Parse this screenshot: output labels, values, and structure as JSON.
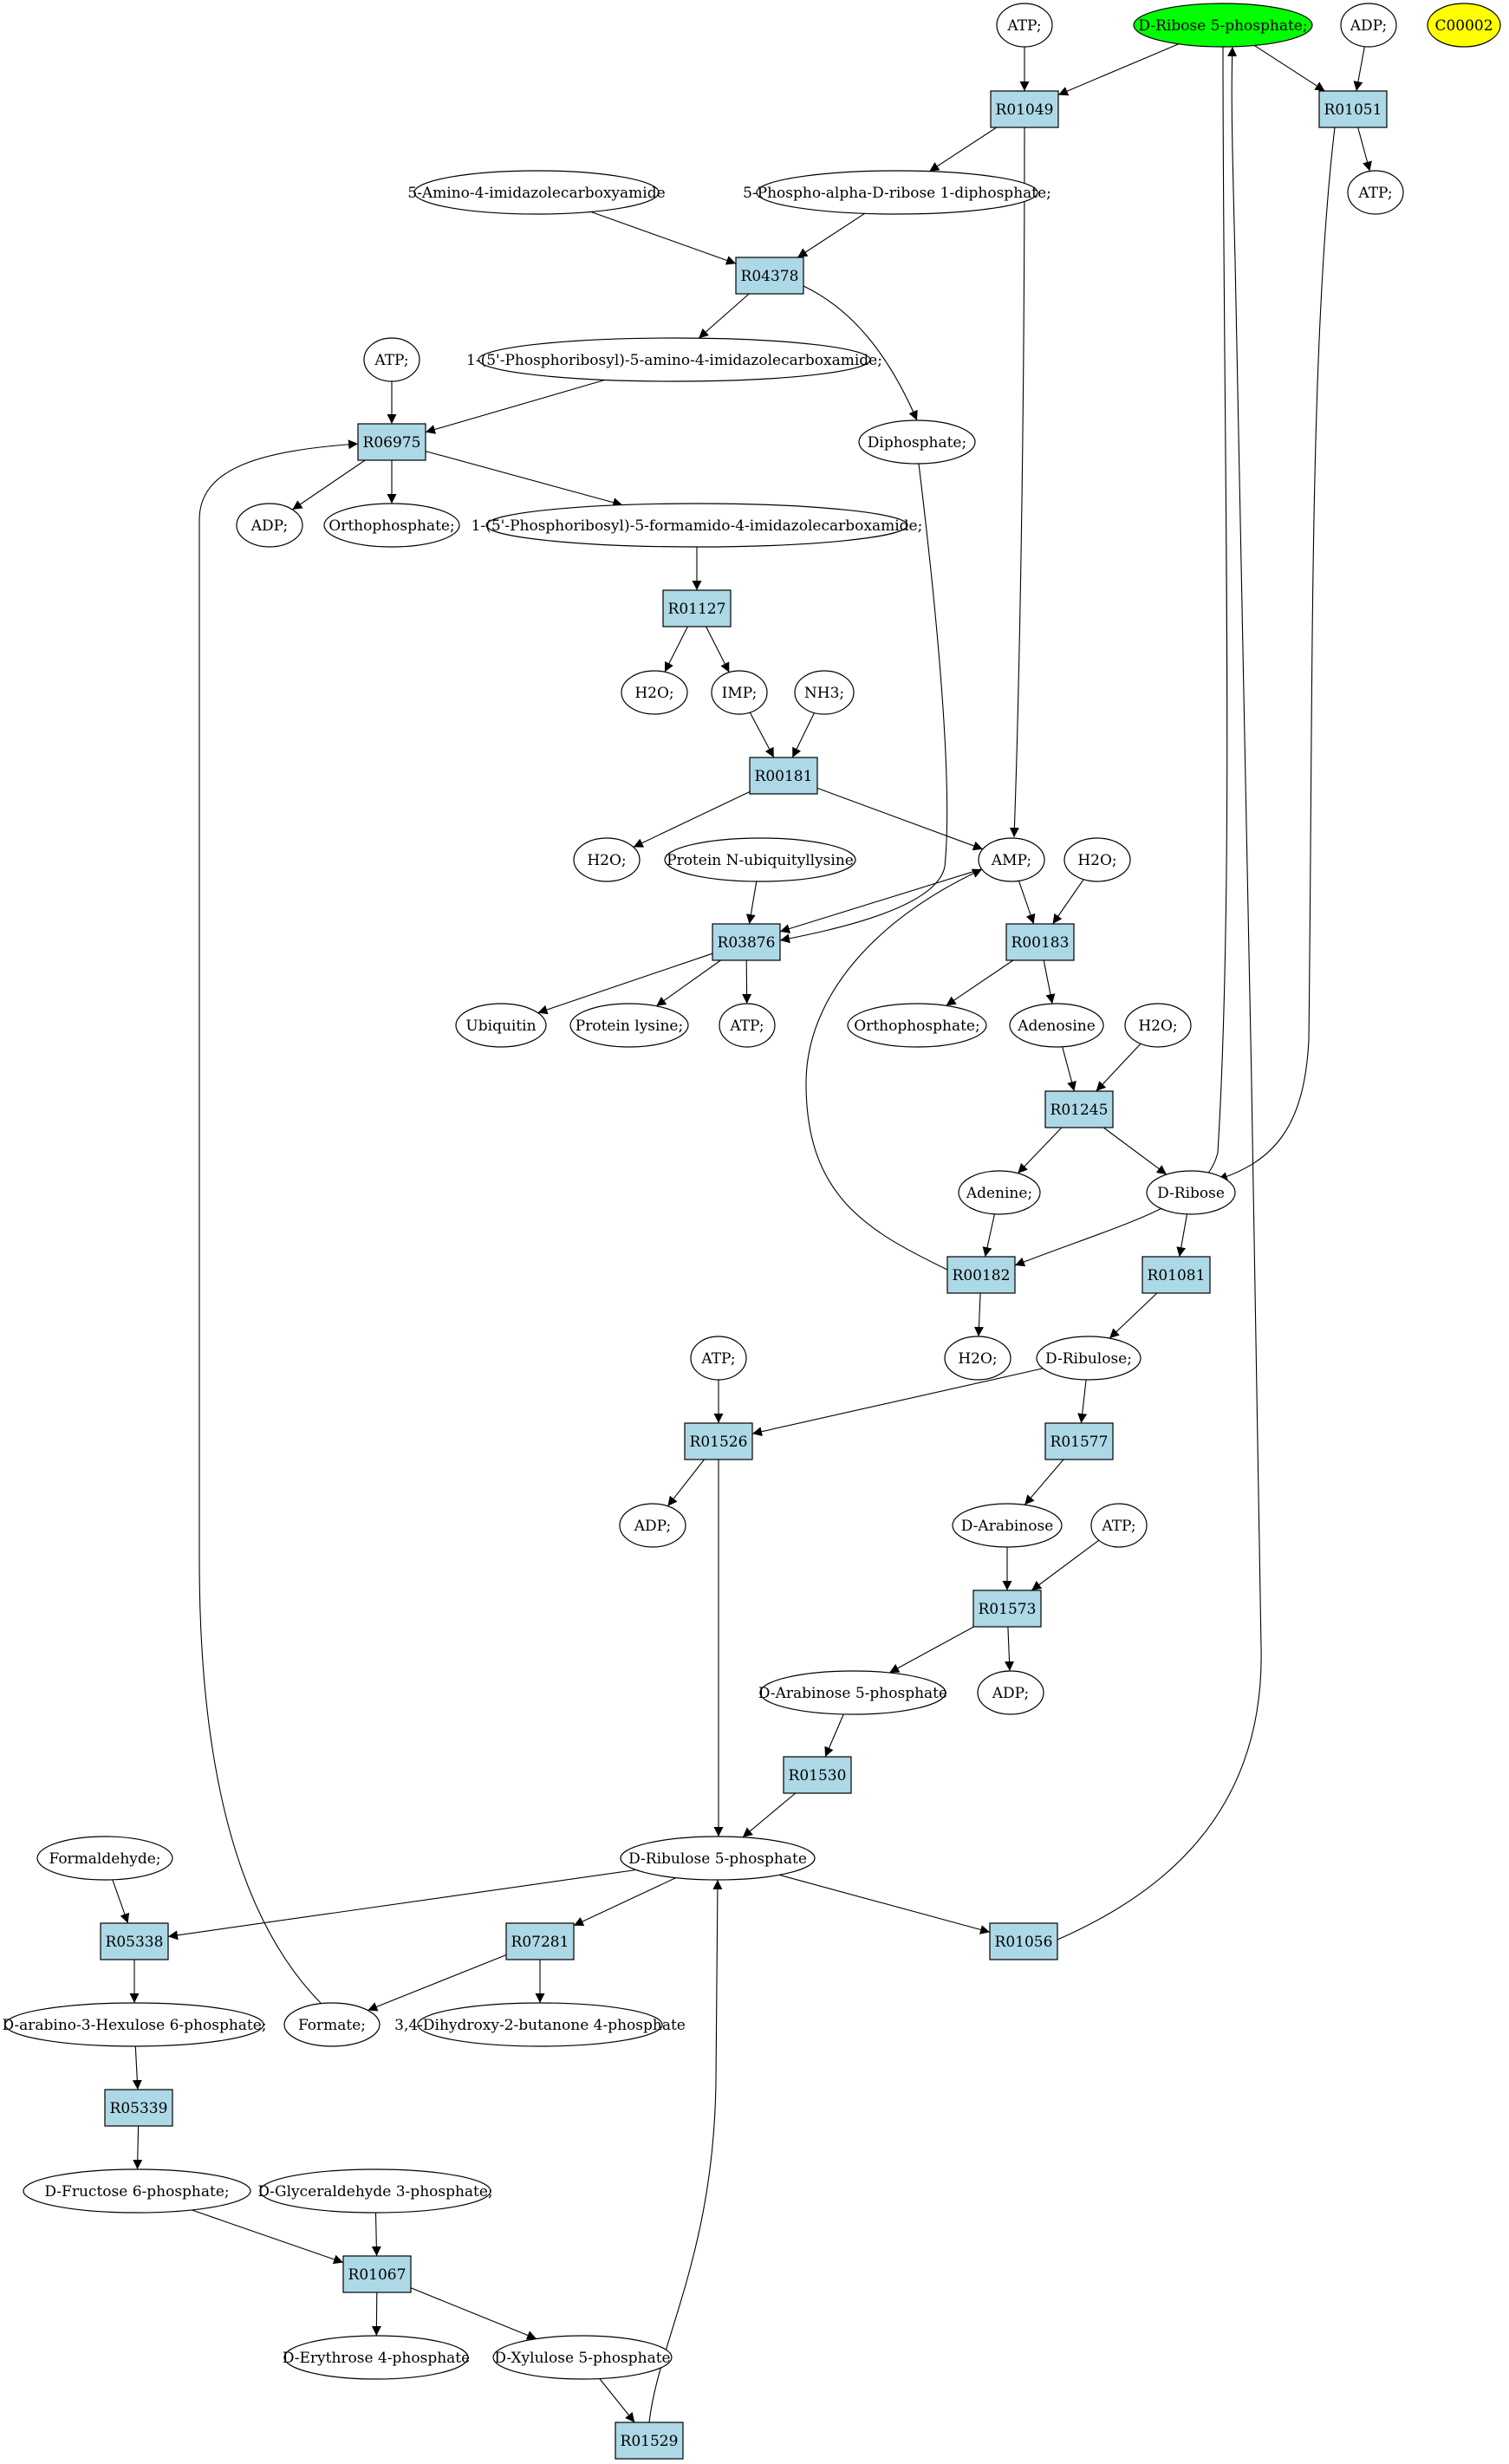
{
  "colors": {
    "background": "#ffffff",
    "reaction_fill": "#add8e6",
    "compound_fill": "#ffffff",
    "start_fill": "#00ff00",
    "legend_fill": "#ffff00",
    "stroke": "#000000"
  },
  "nodes": [
    {
      "id": "atp_top",
      "label": "ATP;",
      "shape": "ellipse",
      "fill": "compound"
    },
    {
      "id": "r5p",
      "label": "D-Ribose 5-phosphate;",
      "shape": "ellipse",
      "fill": "start"
    },
    {
      "id": "adp_top",
      "label": "ADP;",
      "shape": "ellipse",
      "fill": "compound"
    },
    {
      "id": "c00002",
      "label": "C00002",
      "shape": "ellipse",
      "fill": "legend"
    },
    {
      "id": "R01049",
      "label": "R01049",
      "shape": "box",
      "fill": "reaction"
    },
    {
      "id": "R01051",
      "label": "R01051",
      "shape": "box",
      "fill": "reaction"
    },
    {
      "id": "aica",
      "label": "5-Amino-4-imidazolecarboxyamide",
      "shape": "ellipse",
      "fill": "compound"
    },
    {
      "id": "prpp",
      "label": "5-Phospho-alpha-D-ribose 1-diphosphate;",
      "shape": "ellipse",
      "fill": "compound"
    },
    {
      "id": "atp_r01051",
      "label": "ATP;",
      "shape": "ellipse",
      "fill": "compound"
    },
    {
      "id": "R04378",
      "label": "R04378",
      "shape": "box",
      "fill": "reaction"
    },
    {
      "id": "atp_r06975",
      "label": "ATP;",
      "shape": "ellipse",
      "fill": "compound"
    },
    {
      "id": "aicar",
      "label": "1-(5'-Phosphoribosyl)-5-amino-4-imidazolecarboxamide;",
      "shape": "ellipse",
      "fill": "compound"
    },
    {
      "id": "R06975",
      "label": "R06975",
      "shape": "box",
      "fill": "reaction"
    },
    {
      "id": "diphosphate",
      "label": "Diphosphate;",
      "shape": "ellipse",
      "fill": "compound"
    },
    {
      "id": "adp_r06975",
      "label": "ADP;",
      "shape": "ellipse",
      "fill": "compound"
    },
    {
      "id": "ortho_r06975",
      "label": "Orthophosphate;",
      "shape": "ellipse",
      "fill": "compound"
    },
    {
      "id": "faicar",
      "label": "1-(5'-Phosphoribosyl)-5-formamido-4-imidazolecarboxamide;",
      "shape": "ellipse",
      "fill": "compound"
    },
    {
      "id": "R01127",
      "label": "R01127",
      "shape": "box",
      "fill": "reaction"
    },
    {
      "id": "h2o_r01127",
      "label": "H2O;",
      "shape": "ellipse",
      "fill": "compound"
    },
    {
      "id": "imp",
      "label": "IMP;",
      "shape": "ellipse",
      "fill": "compound"
    },
    {
      "id": "nh3",
      "label": "NH3;",
      "shape": "ellipse",
      "fill": "compound"
    },
    {
      "id": "R00181",
      "label": "R00181",
      "shape": "box",
      "fill": "reaction"
    },
    {
      "id": "h2o_r00181",
      "label": "H2O;",
      "shape": "ellipse",
      "fill": "compound"
    },
    {
      "id": "protn",
      "label": "Protein N-ubiquityllysine",
      "shape": "ellipse",
      "fill": "compound"
    },
    {
      "id": "amp",
      "label": "AMP;",
      "shape": "ellipse",
      "fill": "compound"
    },
    {
      "id": "h2o_amp",
      "label": "H2O;",
      "shape": "ellipse",
      "fill": "compound"
    },
    {
      "id": "R03876",
      "label": "R03876",
      "shape": "box",
      "fill": "reaction"
    },
    {
      "id": "R00183",
      "label": "R00183",
      "shape": "box",
      "fill": "reaction"
    },
    {
      "id": "ubiquitin",
      "label": "Ubiquitin",
      "shape": "ellipse",
      "fill": "compound"
    },
    {
      "id": "protlys",
      "label": "Protein lysine;",
      "shape": "ellipse",
      "fill": "compound"
    },
    {
      "id": "atp_r03876",
      "label": "ATP;",
      "shape": "ellipse",
      "fill": "compound"
    },
    {
      "id": "ortho_r00183",
      "label": "Orthophosphate;",
      "shape": "ellipse",
      "fill": "compound"
    },
    {
      "id": "adenosine",
      "label": "Adenosine",
      "shape": "ellipse",
      "fill": "compound"
    },
    {
      "id": "h2o_r01245",
      "label": "H2O;",
      "shape": "ellipse",
      "fill": "compound"
    },
    {
      "id": "R01245",
      "label": "R01245",
      "shape": "box",
      "fill": "reaction"
    },
    {
      "id": "adenine",
      "label": "Adenine;",
      "shape": "ellipse",
      "fill": "compound"
    },
    {
      "id": "dribose",
      "label": "D-Ribose",
      "shape": "ellipse",
      "fill": "compound"
    },
    {
      "id": "R00182",
      "label": "R00182",
      "shape": "box",
      "fill": "reaction"
    },
    {
      "id": "R01081",
      "label": "R01081",
      "shape": "box",
      "fill": "reaction"
    },
    {
      "id": "atp_r01526",
      "label": "ATP;",
      "shape": "ellipse",
      "fill": "compound"
    },
    {
      "id": "h2o_r00182",
      "label": "H2O;",
      "shape": "ellipse",
      "fill": "compound"
    },
    {
      "id": "dribulose",
      "label": "D-Ribulose;",
      "shape": "ellipse",
      "fill": "compound"
    },
    {
      "id": "R01526",
      "label": "R01526",
      "shape": "box",
      "fill": "reaction"
    },
    {
      "id": "R01577",
      "label": "R01577",
      "shape": "box",
      "fill": "reaction"
    },
    {
      "id": "adp_r01526",
      "label": "ADP;",
      "shape": "ellipse",
      "fill": "compound"
    },
    {
      "id": "darabinose",
      "label": "D-Arabinose",
      "shape": "ellipse",
      "fill": "compound"
    },
    {
      "id": "atp_r01573",
      "label": "ATP;",
      "shape": "ellipse",
      "fill": "compound"
    },
    {
      "id": "R01573",
      "label": "R01573",
      "shape": "box",
      "fill": "reaction"
    },
    {
      "id": "da5p",
      "label": "D-Arabinose 5-phosphate",
      "shape": "ellipse",
      "fill": "compound"
    },
    {
      "id": "adp_r01573",
      "label": "ADP;",
      "shape": "ellipse",
      "fill": "compound"
    },
    {
      "id": "R01530",
      "label": "R01530",
      "shape": "box",
      "fill": "reaction"
    },
    {
      "id": "formaldehyde",
      "label": "Formaldehyde;",
      "shape": "ellipse",
      "fill": "compound"
    },
    {
      "id": "ru5p",
      "label": "D-Ribulose 5-phosphate",
      "shape": "ellipse",
      "fill": "compound"
    },
    {
      "id": "R05338",
      "label": "R05338",
      "shape": "box",
      "fill": "reaction"
    },
    {
      "id": "R07281",
      "label": "R07281",
      "shape": "box",
      "fill": "reaction"
    },
    {
      "id": "R01056",
      "label": "R01056",
      "shape": "box",
      "fill": "reaction"
    },
    {
      "id": "hexulose",
      "label": "D-arabino-3-Hexulose 6-phosphate;",
      "shape": "ellipse",
      "fill": "compound"
    },
    {
      "id": "formate",
      "label": "Formate;",
      "shape": "ellipse",
      "fill": "compound"
    },
    {
      "id": "dhbp",
      "label": "3,4-Dihydroxy-2-butanone 4-phosphate",
      "shape": "ellipse",
      "fill": "compound"
    },
    {
      "id": "R05339",
      "label": "R05339",
      "shape": "box",
      "fill": "reaction"
    },
    {
      "id": "f6p",
      "label": "D-Fructose 6-phosphate;",
      "shape": "ellipse",
      "fill": "compound"
    },
    {
      "id": "g3p",
      "label": "D-Glyceraldehyde 3-phosphate;",
      "shape": "ellipse",
      "fill": "compound"
    },
    {
      "id": "R01067",
      "label": "R01067",
      "shape": "box",
      "fill": "reaction"
    },
    {
      "id": "e4p",
      "label": "D-Erythrose 4-phosphate",
      "shape": "ellipse",
      "fill": "compound"
    },
    {
      "id": "xu5p",
      "label": "D-Xylulose 5-phosphate",
      "shape": "ellipse",
      "fill": "compound"
    },
    {
      "id": "R01529",
      "label": "R01529",
      "shape": "box",
      "fill": "reaction"
    }
  ],
  "edges": [
    [
      "atp_top",
      "R01049"
    ],
    [
      "r5p",
      "R01049"
    ],
    [
      "R01049",
      "prpp"
    ],
    [
      "R01049",
      "amp"
    ],
    [
      "r5p",
      "R01051"
    ],
    [
      "adp_top",
      "R01051"
    ],
    [
      "R01051",
      "atp_r01051"
    ],
    [
      "R01051",
      "dribose"
    ],
    [
      "r5p",
      "R00182"
    ],
    [
      "aica",
      "R04378"
    ],
    [
      "prpp",
      "R04378"
    ],
    [
      "R04378",
      "aicar"
    ],
    [
      "R04378",
      "diphosphate"
    ],
    [
      "atp_r06975",
      "R06975"
    ],
    [
      "aicar",
      "R06975"
    ],
    [
      "formate",
      "R06975"
    ],
    [
      "R06975",
      "adp_r06975"
    ],
    [
      "R06975",
      "ortho_r06975"
    ],
    [
      "R06975",
      "faicar"
    ],
    [
      "faicar",
      "R01127"
    ],
    [
      "R01127",
      "h2o_r01127"
    ],
    [
      "R01127",
      "imp"
    ],
    [
      "imp",
      "R00181"
    ],
    [
      "nh3",
      "R00181"
    ],
    [
      "R00181",
      "h2o_r00181"
    ],
    [
      "R00181",
      "amp"
    ],
    [
      "diphosphate",
      "R03876"
    ],
    [
      "protn",
      "R03876"
    ],
    [
      "amp",
      "R03876"
    ],
    [
      "R03876",
      "ubiquitin"
    ],
    [
      "R03876",
      "protlys"
    ],
    [
      "R03876",
      "atp_r03876"
    ],
    [
      "amp",
      "R00183"
    ],
    [
      "h2o_amp",
      "R00183"
    ],
    [
      "R00183",
      "ortho_r00183"
    ],
    [
      "R00183",
      "adenosine"
    ],
    [
      "adenosine",
      "R01245"
    ],
    [
      "h2o_r01245",
      "R01245"
    ],
    [
      "R01245",
      "adenine"
    ],
    [
      "R01245",
      "dribose"
    ],
    [
      "adenine",
      "R00182"
    ],
    [
      "R00182",
      "h2o_r00182"
    ],
    [
      "R00182",
      "amp"
    ],
    [
      "dribose",
      "R01081"
    ],
    [
      "R01081",
      "dribulose"
    ],
    [
      "atp_r01526",
      "R01526"
    ],
    [
      "dribulose",
      "R01526"
    ],
    [
      "R01526",
      "adp_r01526"
    ],
    [
      "R01526",
      "ru5p"
    ],
    [
      "dribulose",
      "R01577"
    ],
    [
      "R01577",
      "darabinose"
    ],
    [
      "darabinose",
      "R01573"
    ],
    [
      "atp_r01573",
      "R01573"
    ],
    [
      "R01573",
      "da5p"
    ],
    [
      "R01573",
      "adp_r01573"
    ],
    [
      "da5p",
      "R01530"
    ],
    [
      "R01530",
      "ru5p"
    ],
    [
      "formaldehyde",
      "R05338"
    ],
    [
      "ru5p",
      "R05338"
    ],
    [
      "ru5p",
      "R07281"
    ],
    [
      "ru5p",
      "R01056"
    ],
    [
      "R01056",
      "r5p"
    ],
    [
      "R05338",
      "hexulose"
    ],
    [
      "R07281",
      "formate"
    ],
    [
      "R07281",
      "dhbp"
    ],
    [
      "hexulose",
      "R05339"
    ],
    [
      "R05339",
      "f6p"
    ],
    [
      "f6p",
      "R01067"
    ],
    [
      "g3p",
      "R01067"
    ],
    [
      "R01067",
      "e4p"
    ],
    [
      "R01067",
      "xu5p"
    ],
    [
      "xu5p",
      "R01529"
    ],
    [
      "R01529",
      "ru5p"
    ]
  ]
}
